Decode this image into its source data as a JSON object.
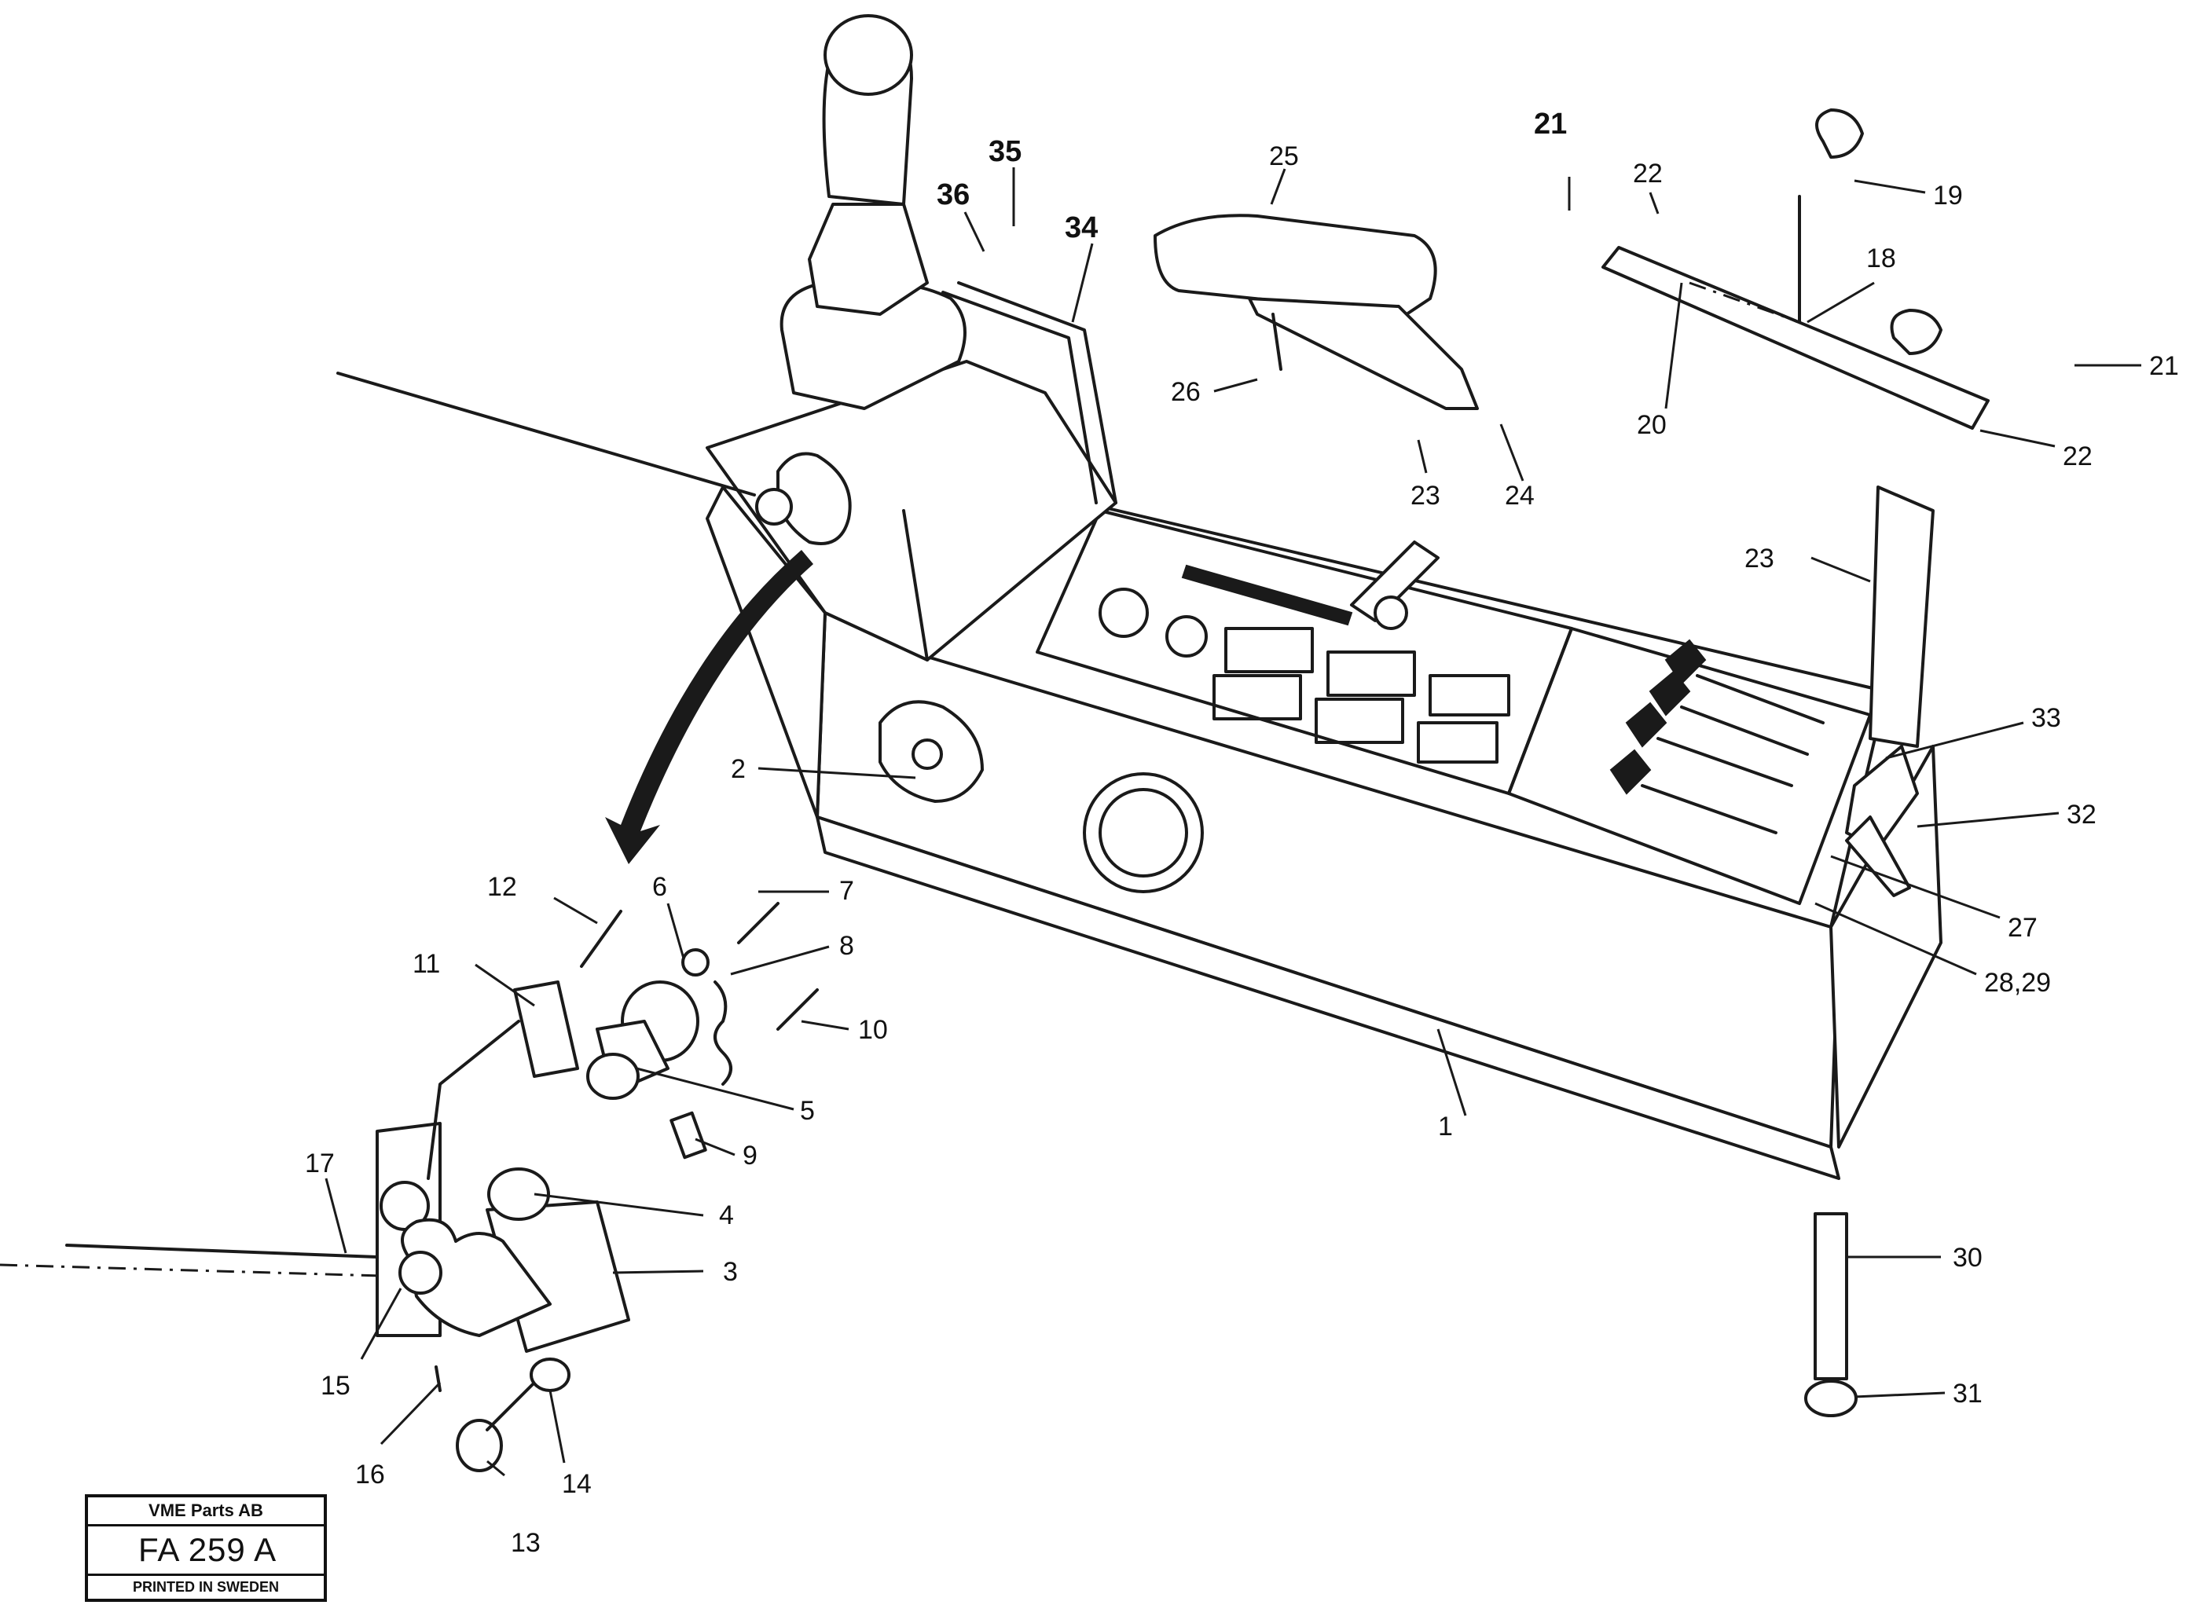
{
  "diagram": {
    "callouts": [
      {
        "id": "c1",
        "text": "1"
      },
      {
        "id": "c2",
        "text": "2"
      },
      {
        "id": "c3",
        "text": "3"
      },
      {
        "id": "c4",
        "text": "4"
      },
      {
        "id": "c5",
        "text": "5"
      },
      {
        "id": "c6",
        "text": "6"
      },
      {
        "id": "c7",
        "text": "7"
      },
      {
        "id": "c8",
        "text": "8"
      },
      {
        "id": "c9",
        "text": "9"
      },
      {
        "id": "c10",
        "text": "10"
      },
      {
        "id": "c11",
        "text": "11"
      },
      {
        "id": "c12",
        "text": "12"
      },
      {
        "id": "c13",
        "text": "13"
      },
      {
        "id": "c14",
        "text": "14"
      },
      {
        "id": "c15",
        "text": "15"
      },
      {
        "id": "c16",
        "text": "16"
      },
      {
        "id": "c17",
        "text": "17"
      },
      {
        "id": "c18",
        "text": "18"
      },
      {
        "id": "c19",
        "text": "19"
      },
      {
        "id": "c20",
        "text": "20"
      },
      {
        "id": "c21a",
        "text": "21"
      },
      {
        "id": "c21b",
        "text": "21"
      },
      {
        "id": "c22a",
        "text": "22"
      },
      {
        "id": "c22b",
        "text": "22"
      },
      {
        "id": "c23a",
        "text": "23"
      },
      {
        "id": "c23b",
        "text": "23"
      },
      {
        "id": "c24",
        "text": "24"
      },
      {
        "id": "c25",
        "text": "25"
      },
      {
        "id": "c26",
        "text": "26"
      },
      {
        "id": "c27",
        "text": "27"
      },
      {
        "id": "c2829",
        "text": "28,29"
      },
      {
        "id": "c30",
        "text": "30"
      },
      {
        "id": "c31",
        "text": "31"
      },
      {
        "id": "c32",
        "text": "32"
      },
      {
        "id": "c33",
        "text": "33"
      },
      {
        "id": "c34",
        "text": "34"
      },
      {
        "id": "c35",
        "text": "35"
      },
      {
        "id": "c36",
        "text": "36"
      }
    ]
  },
  "stamp": {
    "company": "VME Parts AB",
    "code": "FA 259 A",
    "printed": "PRINTED IN SWEDEN"
  }
}
